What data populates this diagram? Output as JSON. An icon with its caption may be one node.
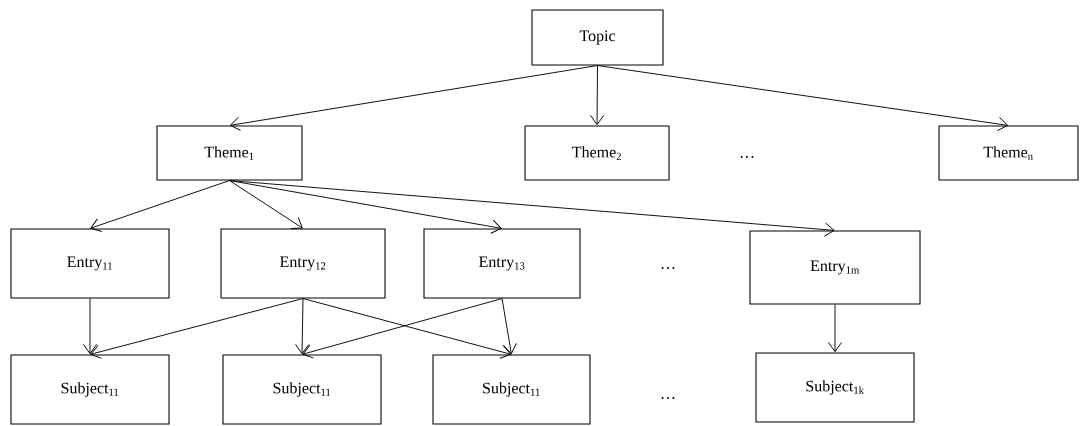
{
  "diagram": {
    "nodes": [
      {
        "text": [
          "Topic"
        ]
      },
      {
        "text": [
          "Theme$_{1}$"
        ]
      },
      {
        "text": [
          "Theme$_{2}$"
        ]
      },
      {
        "text": [
          "Theme$_{n}$"
        ]
      },
      {
        "text": [
          "Entry$_{11}$"
        ]
      },
      {
        "text": [
          "Entry$_{12}$"
        ]
      },
      {
        "text": [
          "Entry$_{13}$"
        ]
      },
      {
        "text": [
          "Entry$_{1m}$"
        ]
      },
      {
        "text": [
          "Subject$_{11}$"
        ]
      },
      {
        "text": [
          "Subject$_{11}$"
        ]
      },
      {
        "text": [
          "Subject$_{11}$"
        ]
      },
      {
        "text": [
          "Subject$_{1k}$"
        ]
      }
    ],
    "edges": [
      {
        "from": 0,
        "to": 1,
        "arrow": "to"
      },
      {
        "from": 0,
        "to": 2,
        "arrow": "to"
      },
      {
        "from": 0,
        "to": 3,
        "arrow": "to"
      },
      {
        "from": 1,
        "to": 4,
        "arrow": "to"
      },
      {
        "from": 1,
        "to": 5,
        "arrow": "to"
      },
      {
        "from": 1,
        "to": 6,
        "arrow": "to"
      },
      {
        "from": 1,
        "to": 7,
        "arrow": "to"
      },
      {
        "from": 4,
        "to": 8,
        "arrow": "to"
      },
      {
        "from": 5,
        "to": 8,
        "arrow": "to"
      },
      {
        "from": 5,
        "to": 9,
        "arrow": "to"
      },
      {
        "from": 5,
        "to": 10,
        "arrow": "to"
      },
      {
        "from": 6,
        "to": 9,
        "arrow": "to"
      },
      {
        "from": 6,
        "to": 10,
        "arrow": "to"
      },
      {
        "from": 7,
        "to": 11,
        "arrow": "to"
      }
    ],
    "labels": [
      "…",
      "…",
      "…"
    ]
  }
}
